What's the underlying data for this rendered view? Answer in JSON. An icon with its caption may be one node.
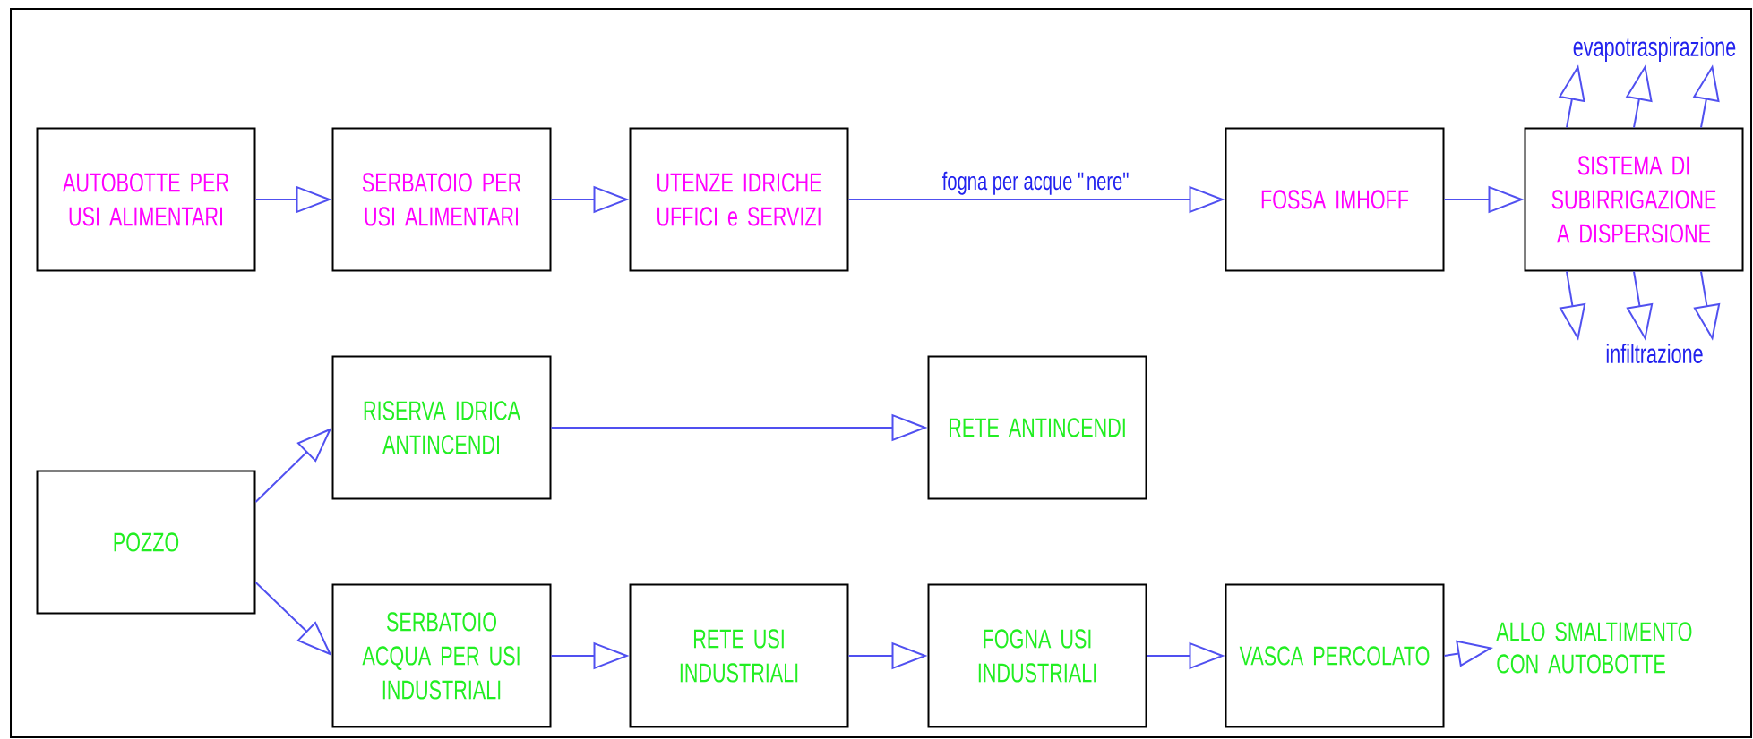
{
  "diagram": {
    "nodes": [
      {
        "text": [
          "AUTOBOTTE PER USI ALIMENTARI"
        ]
      },
      {
        "text": [
          "SERBATOIO PER USI ALIMENTARI"
        ]
      },
      {
        "text": [
          "UTENZE IDRICHE UFFICI e SERVIZI"
        ]
      },
      {
        "text": [
          "FOSSA IMHOFF"
        ]
      },
      {
        "text": [
          "SISTEMA DI SUBIRRIGAZIONE A DISPERSIONE"
        ]
      },
      {
        "text": [
          "evapotraspirazione"
        ]
      },
      {
        "text": [
          "infiltrazione"
        ]
      },
      {
        "text": [
          "POZZO"
        ]
      },
      {
        "text": [
          "RISERVA IDRICA ANTINCENDI"
        ]
      },
      {
        "text": [
          "RETE ANTINCENDI"
        ]
      },
      {
        "text": [
          "SERBATOIO ACQUA PER USI INDUSTRIALI"
        ]
      },
      {
        "text": [
          "RETE USI INDUSTRIALI"
        ]
      },
      {
        "text": [
          "FOGNA USI INDUSTRIALI"
        ]
      },
      {
        "text": [
          "VASCA PERCOLATO"
        ]
      },
      {
        "text": [
          "ALLO SMALTIMENTO CON AUTOBOTTE"
        ]
      }
    ],
    "edges": [
      {
        "from": 0,
        "to": 1,
        "arrow": "to"
      },
      {
        "from": 1,
        "to": 2,
        "arrow": "to"
      },
      {
        "from": 2,
        "to": 3,
        "arrow": "to",
        "label": "fogna per acque \"nere\""
      },
      {
        "from": 3,
        "to": 4,
        "arrow": "to"
      },
      {
        "from": 4,
        "to": 5,
        "arrow": "to"
      },
      {
        "from": 4,
        "to": 5,
        "arrow": "to"
      },
      {
        "from": 4,
        "to": 5,
        "arrow": "to"
      },
      {
        "from": 4,
        "to": 6,
        "arrow": "to"
      },
      {
        "from": 4,
        "to": 6,
        "arrow": "to"
      },
      {
        "from": 4,
        "to": 6,
        "arrow": "to"
      },
      {
        "from": 7,
        "to": 8,
        "arrow": "to"
      },
      {
        "from": 7,
        "to": 10,
        "arrow": "to"
      },
      {
        "from": 8,
        "to": 9,
        "arrow": "to"
      },
      {
        "from": 10,
        "to": 11,
        "arrow": "to"
      },
      {
        "from": 11,
        "to": 12,
        "arrow": "to"
      },
      {
        "from": 12,
        "to": 13,
        "arrow": "to"
      },
      {
        "from": 13,
        "to": 14,
        "arrow": "to"
      }
    ]
  }
}
